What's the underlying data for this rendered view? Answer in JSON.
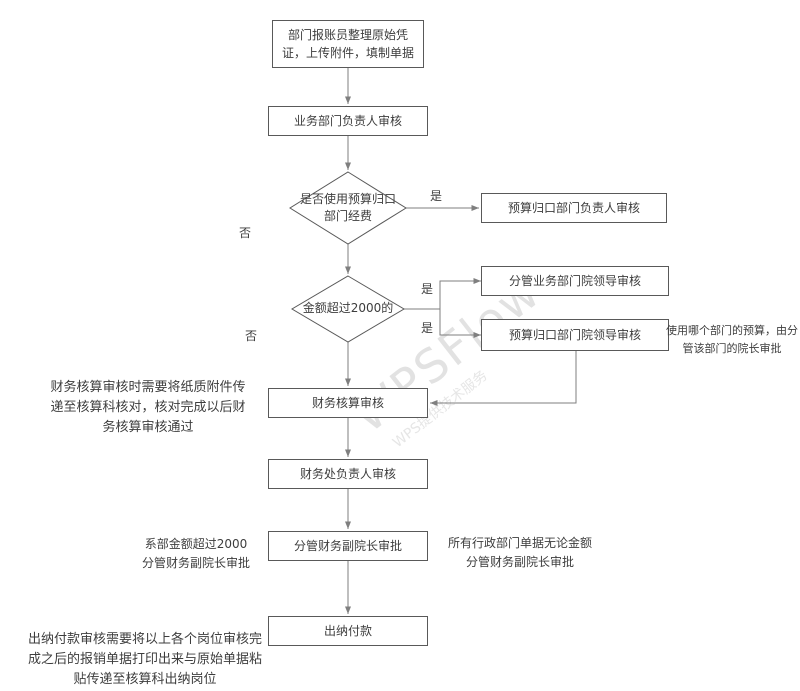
{
  "app": {
    "watermark_line1": "WPSFlow",
    "watermark_line2": "WPS提供技术服务"
  },
  "colors": {
    "node_border": "#595959",
    "node_fill": "#ffffff",
    "text": "#3d3d3d",
    "connector": "#7f7f7f",
    "watermark": "#e2e2e2",
    "background": "#ffffff"
  },
  "nodes": [
    {
      "id": "start",
      "type": "process",
      "label": "部门报账员整理原始凭\n证，上传附件，填制单据"
    },
    {
      "id": "business_review",
      "type": "process",
      "label": "业务部门负责人审核"
    },
    {
      "id": "decision_budget_dept",
      "type": "decision",
      "label": "是否使用预算归口\n部门经费"
    },
    {
      "id": "budget_dept_head_review",
      "type": "process",
      "label": "预算归口部门负责人审核"
    },
    {
      "id": "decision_amount",
      "type": "decision",
      "label": "金额超过2000的"
    },
    {
      "id": "business_leader_review",
      "type": "process",
      "label": "分管业务部门院领导审核"
    },
    {
      "id": "budget_leader_review",
      "type": "process",
      "label": "预算归口部门院领导审核"
    },
    {
      "id": "finance_accounting_review",
      "type": "process",
      "label": "财务核算审核"
    },
    {
      "id": "finance_head_review",
      "type": "process",
      "label": "财务处负责人审核"
    },
    {
      "id": "vp_approval",
      "type": "process",
      "label": "分管财务副院长审批"
    },
    {
      "id": "cashier_payment",
      "type": "process",
      "label": "出纳付款"
    }
  ],
  "edge_labels": [
    {
      "id": "yes1",
      "text": "是"
    },
    {
      "id": "no1",
      "text": "否"
    },
    {
      "id": "yes2",
      "text": "是"
    },
    {
      "id": "yes3",
      "text": "是"
    },
    {
      "id": "no2",
      "text": "否"
    }
  ],
  "annotations": [
    {
      "id": "note_finance",
      "text": "财务核算审核时需要将纸质附件传\n递至核算科核对，核对完成以后财\n务核算审核通过"
    },
    {
      "id": "note_dept_budget",
      "text": "使用哪个部门的预算，由分\n管该部门的院长审批"
    },
    {
      "id": "note_vp_left",
      "text": "系部金额超过2000\n分管财务副院长审批"
    },
    {
      "id": "note_vp_right",
      "text": "所有行政部门单据无论金额\n分管财务副院长审批"
    },
    {
      "id": "note_cashier",
      "text": "出纳付款审核需要将以上各个岗位审核完\n成之后的报销单据打印出来与原始单据粘\n贴传递至核算科出纳岗位"
    }
  ]
}
